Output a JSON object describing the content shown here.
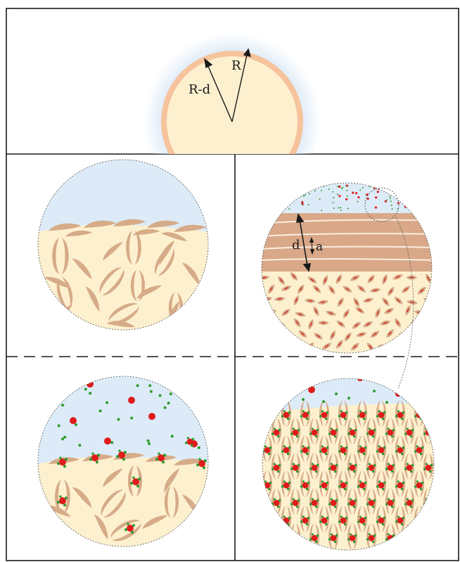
{
  "labels": {
    "outer_radius": "R",
    "inner_radius": "R-d",
    "layer_thickness": "d",
    "layer_spacing": "a"
  },
  "colors": {
    "background": "#ffffff",
    "frame": "#1a1a1a",
    "fluid": "#dcebf7",
    "halo": "#d6e6f6",
    "solid": "#fdf0cf",
    "shell": "#f6c39c",
    "fibre": "#d6ab88",
    "stack_layer": "#d8a888",
    "stack_line": "#fbeee0",
    "particle_large": "#e01b1b",
    "particle_small": "#2f9a2f"
  },
  "panels": [
    {
      "id": "top",
      "content": "drop-with-surface-layer"
    },
    {
      "id": "left-upper",
      "content": "initial-interface"
    },
    {
      "id": "right-upper",
      "content": "layered-interface"
    },
    {
      "id": "left-lower",
      "content": "particle-loaded-interface"
    },
    {
      "id": "right-lower",
      "content": "particle-loaded-layered-interface"
    }
  ]
}
